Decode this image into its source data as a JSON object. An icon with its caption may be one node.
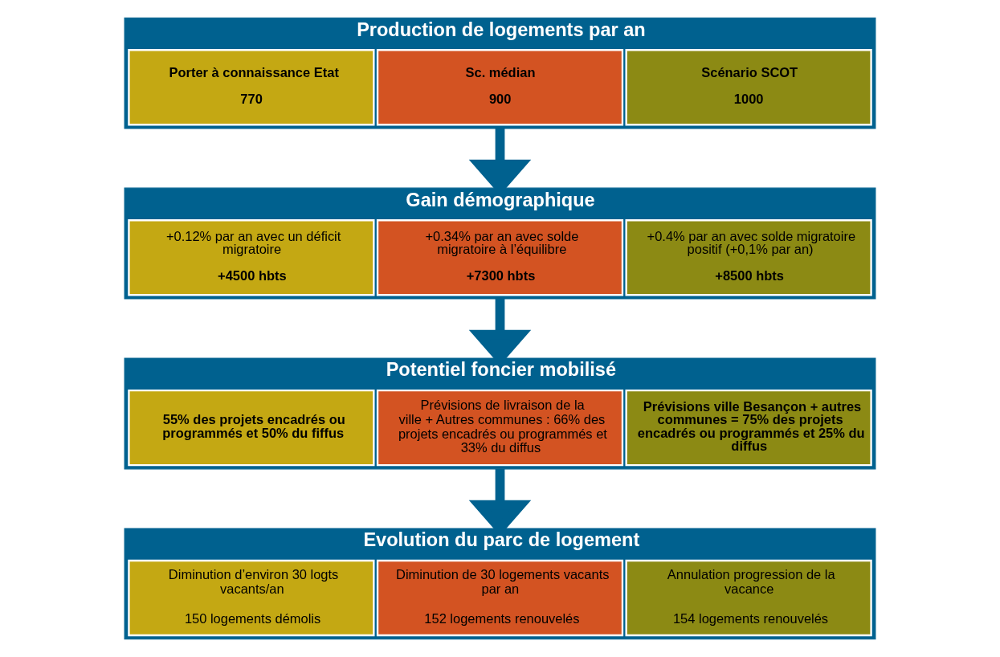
{
  "diagram": {
    "nodes": [
      {
        "text": [
          "Production de logements par an"
        ]
      },
      {
        "text": [
          "Porter à connaissance Etat",
          "770"
        ],
        "in": 0
      },
      {
        "text": [
          "Sc. médian",
          "900"
        ],
        "in": 0
      },
      {
        "text": [
          "Scénario SCOT",
          "1000"
        ],
        "in": 0
      },
      {
        "text": [
          "Gain démographique"
        ]
      },
      {
        "text": [
          "+0.12% par an avec un déficit migratoire",
          "+4500 hbts"
        ],
        "in": 4
      },
      {
        "text": [
          "+0.34% par an avec solde migratoire à l’équilibre",
          "+7300 hbts"
        ],
        "in": 4
      },
      {
        "text": [
          "+0.4% par an avec solde migratoire positif (+0,1% par an)",
          "+8500 hbts"
        ],
        "in": 4
      },
      {
        "text": [
          "Potentiel foncier mobilisé"
        ]
      },
      {
        "text": [
          "55% des projets encadrés ou programmés et 50% du fiffus"
        ],
        "in": 8
      },
      {
        "text": [
          "Prévisions de livraison de la ville + Autres communes : 66% des projets encadrés ou programmés et 33% du diffus"
        ],
        "in": 8
      },
      {
        "text": [
          "Prévisions ville Besançon + autres communes = 75% des projets encadrés ou programmés et 25% du diffus"
        ],
        "in": 8
      },
      {
        "text": [
          "Evolution du parc de logement"
        ]
      },
      {
        "text": [
          "Diminution d’environ 30 logts vacants/an",
          "150 logements démolis"
        ],
        "in": 12
      },
      {
        "text": [
          "Diminution de 30 logements vacants par an",
          "152 logements renouvelés"
        ],
        "in": 12
      },
      {
        "text": [
          "Annulation progression de la vacance",
          "154 logements renouvelés"
        ],
        "in": 12
      }
    ],
    "edges": [
      {
        "from": 0,
        "to": 4,
        "arrow": "to"
      },
      {
        "from": 4,
        "to": 8,
        "arrow": "to"
      },
      {
        "from": 8,
        "to": 12,
        "arrow": "to"
      }
    ]
  }
}
